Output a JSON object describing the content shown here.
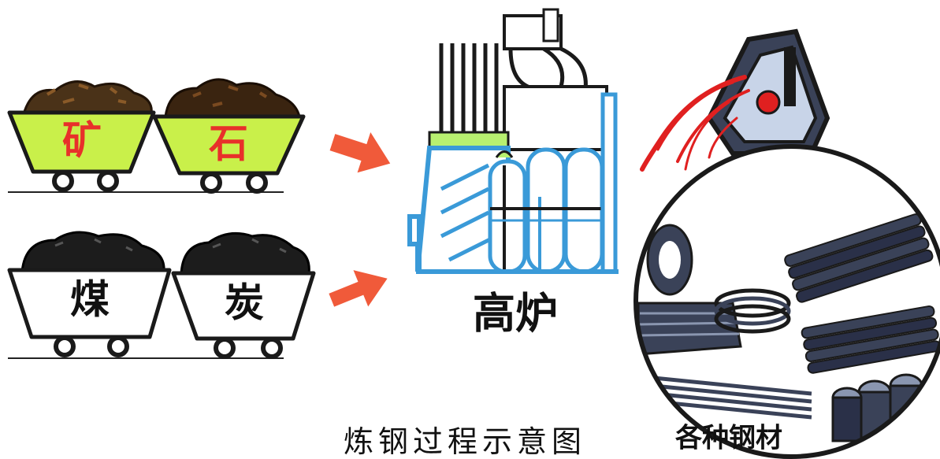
{
  "diagram": {
    "carts": [
      {
        "label": "矿",
        "color": "#c9f04a",
        "label_color": "#e8302a"
      },
      {
        "label": "石",
        "color": "#c9f04a",
        "label_color": "#e8302a"
      },
      {
        "label": "煤",
        "color": "#ffffff",
        "label_color": "#111111"
      },
      {
        "label": "炭",
        "color": "#ffffff",
        "label_color": "#111111"
      }
    ],
    "furnace_label": "高炉",
    "products_label": "各种钢材",
    "caption": "炼钢过程示意图",
    "colors": {
      "arrow": "#f05a3a",
      "furnace_blue": "#3a9ad8",
      "furnace_green": "#b8f070",
      "molten_red": "#e02020",
      "ore": "#4a3218",
      "coal": "#1c1c1c",
      "steel": "#3a4258"
    }
  }
}
